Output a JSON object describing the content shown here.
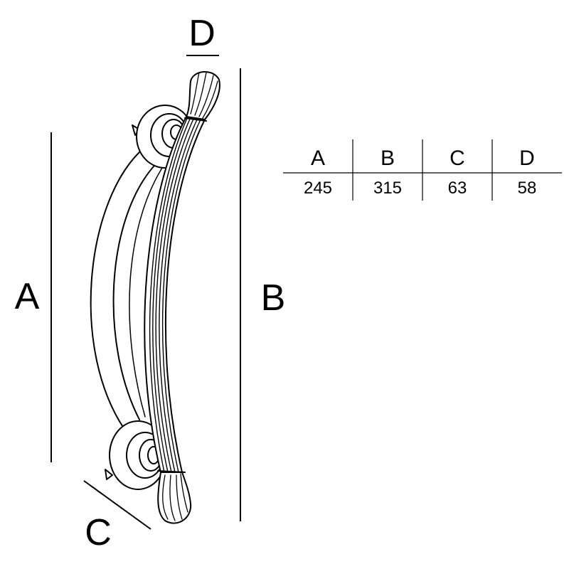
{
  "dimension_labels": {
    "a": "A",
    "b": "B",
    "c": "C",
    "d": "D"
  },
  "table": {
    "headers": [
      "A",
      "B",
      "C",
      "D"
    ],
    "values": [
      "245",
      "315",
      "63",
      "58"
    ]
  }
}
